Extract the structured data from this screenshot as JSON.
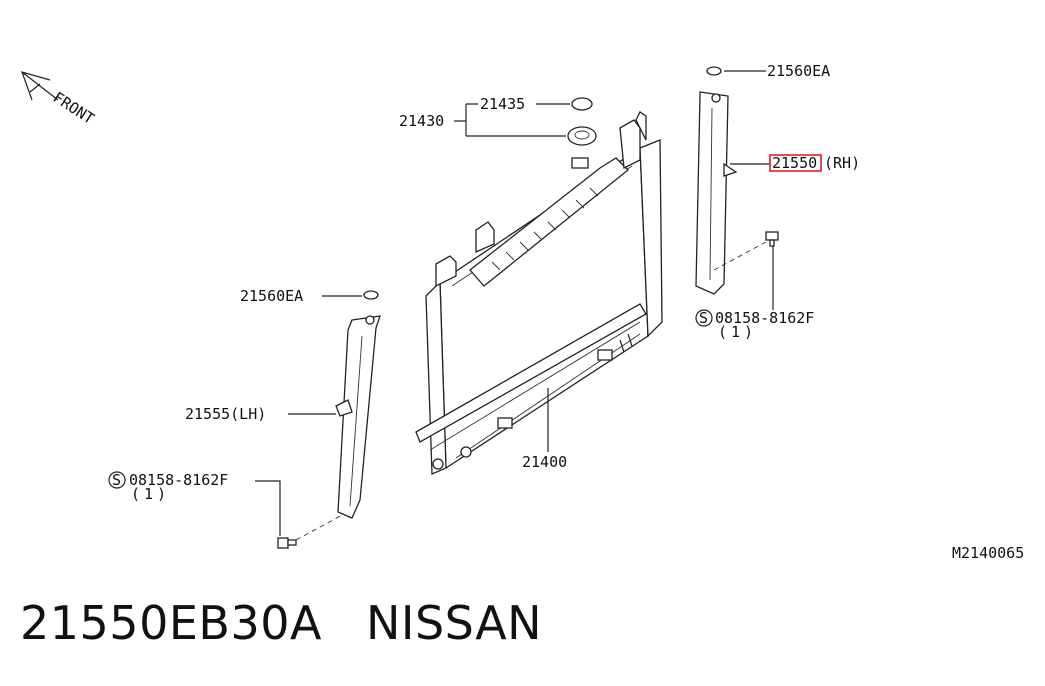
{
  "diagram": {
    "direction_label": "FRONT",
    "labels": {
      "cap_seal": "21435",
      "cap": "21430",
      "nut_right": "21560EA",
      "bracket_rh_number": "21550",
      "bracket_rh_side": "(RH)",
      "bolt_right_number": "08158-8162F",
      "bolt_right_qty": "(1)",
      "nut_left": "21560EA",
      "bracket_lh": "21555(LH)",
      "bolt_left_number": "08158-8162F",
      "bolt_left_qty": "(1)",
      "radiator": "21400",
      "drawing_code": "M2140065"
    },
    "highlight_color": "#e0202a"
  },
  "caption": {
    "part_number": "21550EB30A",
    "brand": "NISSAN"
  }
}
